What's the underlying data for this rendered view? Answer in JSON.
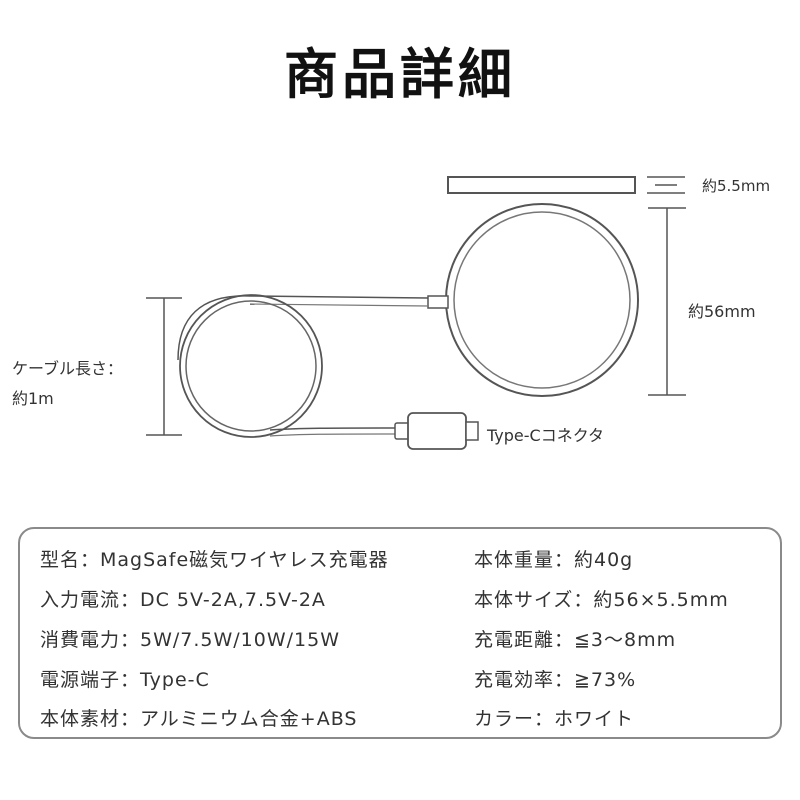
{
  "title": "商品詳細",
  "diagram": {
    "thickness_label": "約5.5mm",
    "diameter_label": "約56mm",
    "cable_label_line1": "ケーブル長さ：",
    "cable_label_line2": "約1m",
    "connector_label": "Type-Cコネクタ"
  },
  "specs": {
    "left": [
      "型名：MagSafe磁気ワイヤレス充電器",
      "入力電流：DC 5V-2A,7.5V-2A",
      "消費電力：5W/7.5W/10W/15W",
      "電源端子：Type-C",
      "本体素材：アルミニウム合金+ABS"
    ],
    "right": [
      "本体重量：約40g",
      "本体サイズ：約56×5.5mm",
      "充電距離：≦3～8mm",
      "充電効率：≧73%",
      "カラー：ホワイト"
    ]
  }
}
